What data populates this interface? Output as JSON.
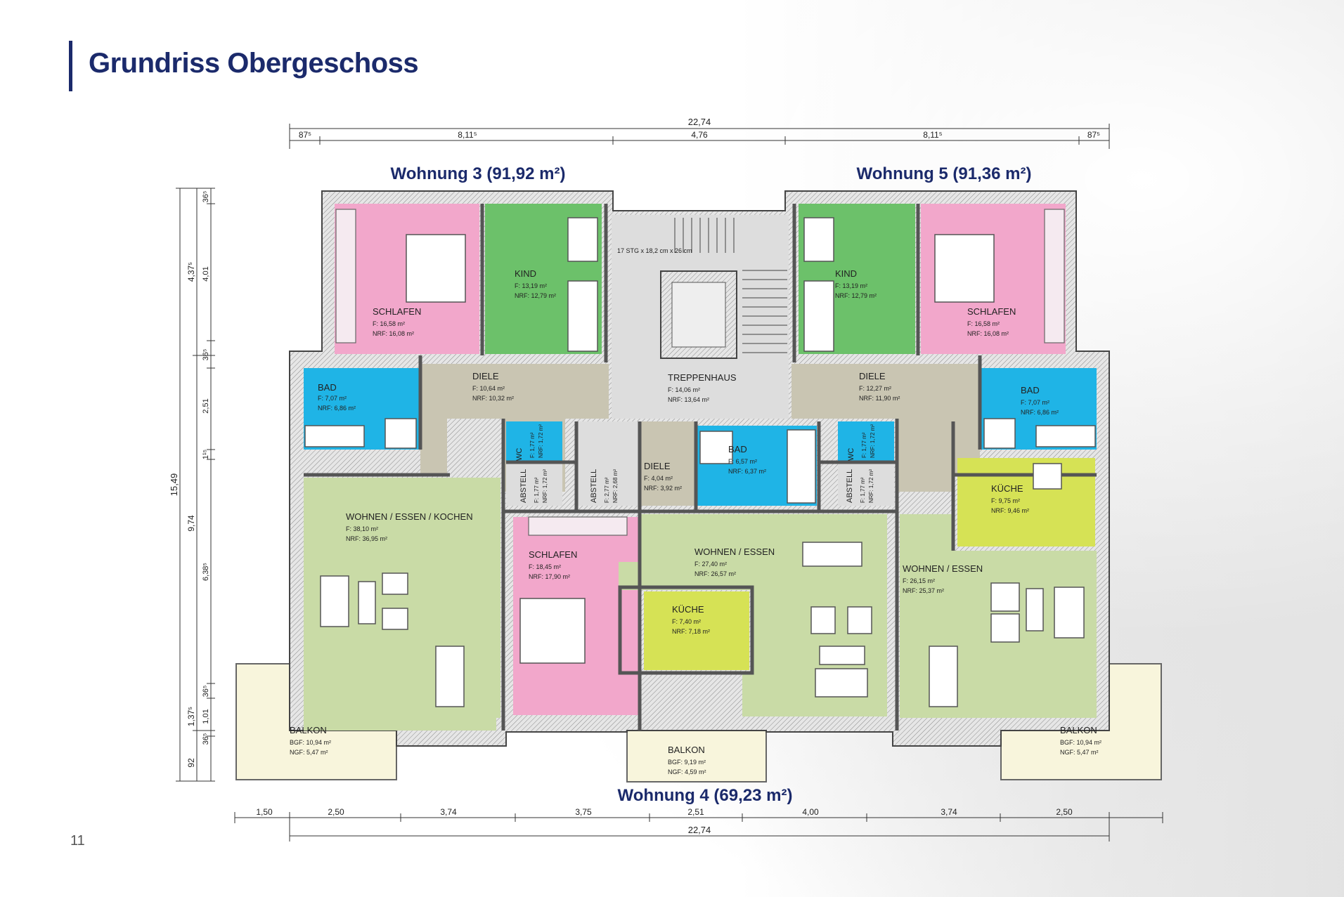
{
  "page": {
    "title": "Grundriss Obergeschoss",
    "page_number": "11"
  },
  "apartments": {
    "w3": "Wohnung 3  (91,92 m²)",
    "w5": "Wohnung 5  (91,36 m²)",
    "w4": "Wohnung 4  (69,23 m²)"
  },
  "dims": {
    "top_total": "22,74",
    "top": [
      "87⁵",
      "8,11⁵",
      "4,76",
      "8,11⁵",
      "87⁵"
    ],
    "left_total": "15,49",
    "left_mid": [
      "4,37⁵",
      "9,74",
      "1,37⁵",
      "92"
    ],
    "left_inner": [
      "36⁵",
      "4,01",
      "36⁵",
      "2,51",
      "1¹⁵",
      "6,38⁵",
      "36⁵",
      "1,01",
      "36⁵"
    ],
    "bottom": [
      "1,50",
      "2,50",
      "3,74",
      "3,75",
      "2,51",
      "4,00",
      "3,74",
      "2,50"
    ],
    "bottom_total": "22,74"
  },
  "rooms": {
    "schlafen3": {
      "name": "SCHLAFEN",
      "f": "F: 16,58 m²",
      "nrf": "NRF: 16,08 m²"
    },
    "kind3": {
      "name": "KIND",
      "f": "F: 13,19 m²",
      "nrf": "NRF: 12,79 m²"
    },
    "bad3": {
      "name": "BAD",
      "f": "F: 7,07 m²",
      "nrf": "NRF: 6,86 m²"
    },
    "diele3": {
      "name": "DIELE",
      "f": "F: 10,64 m²",
      "nrf": "NRF: 10,32 m²"
    },
    "wc3": {
      "name": "WC",
      "f": "F: 1,77 m²",
      "nrf": "NRF: 1,72 m²"
    },
    "abstell3": {
      "name": "ABSTELL",
      "f": "F: 1,77 m²",
      "nrf": "NRF: 1,72 m²"
    },
    "wohnen3": {
      "name": "WOHNEN / ESSEN / KOCHEN",
      "f": "F: 38,10 m²",
      "nrf": "NRF: 36,95 m²"
    },
    "balkon3": {
      "name": "BALKON",
      "bgf": "BGF: 10,94 m²",
      "ngf": "NGF:   5,47 m²"
    },
    "treppe": {
      "name": "TREPPENHAUS",
      "f": "F: 14,06 m²",
      "nrf": "NRF: 13,64 m²",
      "stairs": "17 STG x 18,2 cm x 26 cm"
    },
    "abstell4": {
      "name": "ABSTELL",
      "f": "F: 2,77 m²",
      "nrf": "NRF: 2,68 m²"
    },
    "diele4": {
      "name": "DIELE",
      "f": "F: 4,04 m²",
      "nrf": "NRF: 3,92 m²"
    },
    "bad4": {
      "name": "BAD",
      "f": "F: 6,57 m²",
      "nrf": "NRF: 6,37 m²"
    },
    "schlafen4": {
      "name": "SCHLAFEN",
      "f": "F: 18,45 m²",
      "nrf": "NRF: 17,90 m²"
    },
    "wohnen4": {
      "name": "WOHNEN / ESSEN",
      "f": "F: 27,40 m²",
      "nrf": "NRF: 26,57 m²"
    },
    "kueche4": {
      "name": "KÜCHE",
      "f": "F: 7,40 m²",
      "nrf": "NRF: 7,18 m²"
    },
    "balkon4": {
      "name": "BALKON",
      "bgf": "BGF: 9,19 m²",
      "ngf": "NGF: 4,59 m²"
    },
    "kind5": {
      "name": "KIND",
      "f": "F: 13,19 m²",
      "nrf": "NRF: 12,79 m²"
    },
    "schlafen5": {
      "name": "SCHLAFEN",
      "f": "F: 16,58 m²",
      "nrf": "NRF: 16,08 m²"
    },
    "diele5": {
      "name": "DIELE",
      "f": "F: 12,27 m²",
      "nrf": "NRF: 11,90 m²"
    },
    "bad5": {
      "name": "BAD",
      "f": "F: 7,07 m²",
      "nrf": "NRF: 6,86 m²"
    },
    "wc5": {
      "name": "WC",
      "f": "F: 1,77 m²",
      "nrf": "NRF: 1,72 m²"
    },
    "abstell5": {
      "name": "ABSTELL",
      "f": "F: 1,77 m²",
      "nrf": "NRF: 1,72 m²"
    },
    "kueche5": {
      "name": "KÜCHE",
      "f": "F: 9,75 m²",
      "nrf": "NRF: 9,46 m²"
    },
    "wohnen5": {
      "name": "WOHNEN / ESSEN",
      "f": "F: 26,15 m²",
      "nrf": "NRF: 25,37 m²"
    },
    "balkon5": {
      "name": "BALKON",
      "bgf": "BGF: 10,94 m²",
      "ngf": "NGF:   5,47 m²"
    }
  },
  "colors": {
    "title": "#1b2a6b",
    "schlafen": "#f2a7cb",
    "kind": "#6cc16a",
    "bad": "#1fb4e6",
    "flur": "#c9c5b2",
    "wohnen": "#c9dba6",
    "kueche": "#d6e255",
    "balkon": "#f8f5dc",
    "treppe": "#dddddd",
    "wall": "#5e5e5e"
  }
}
